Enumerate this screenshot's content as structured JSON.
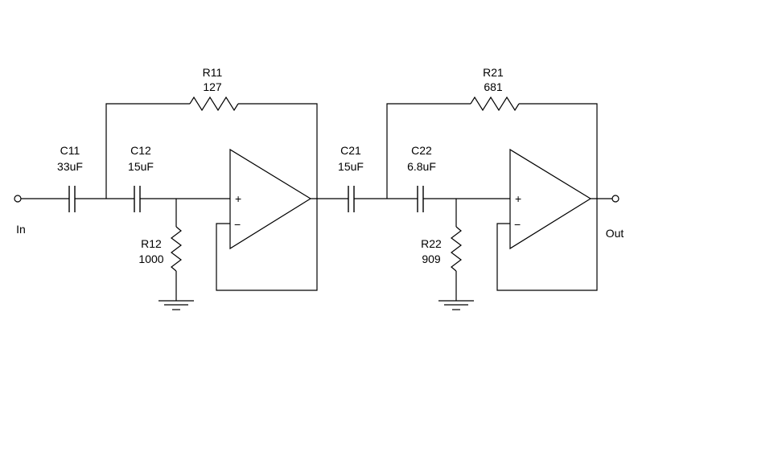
{
  "components": {
    "c11": {
      "ref": "C11",
      "value": "33uF"
    },
    "c12": {
      "ref": "C12",
      "value": "15uF"
    },
    "r11": {
      "ref": "R11",
      "value": "127"
    },
    "r12": {
      "ref": "R12",
      "value": "1000"
    },
    "c21": {
      "ref": "C21",
      "value": "15uF"
    },
    "c22": {
      "ref": "C22",
      "value": "6.8uF"
    },
    "r21": {
      "ref": "R21",
      "value": "681"
    },
    "r22": {
      "ref": "R22",
      "value": "909"
    }
  },
  "ports": {
    "input": "In",
    "output": "Out"
  },
  "opamp_pins": {
    "plus": "+",
    "minus": "−"
  }
}
